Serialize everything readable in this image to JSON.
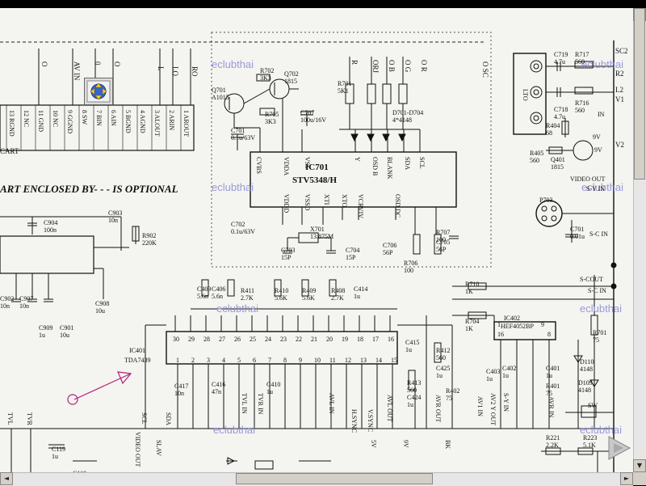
{
  "viewer": {
    "watermark": "eclubthai",
    "top_labels": [
      "O",
      "AV IN",
      "0",
      "O",
      "L",
      "LO",
      "RO",
      "R",
      "ORJ",
      "O B",
      "O G",
      "O R",
      "O SC",
      "SC2",
      "V2",
      "V1",
      "R2",
      "L2"
    ],
    "scart_pins": [
      "13 RGND",
      "12 NC",
      "11 GND",
      "10 NC",
      "9 GGND",
      "8 SW",
      "7 BIN",
      "6 AIN",
      "5 BGND",
      "4 AGND",
      "3 ALOUT",
      "2 ARIN",
      "1 AROUT"
    ],
    "scart_label": "CART",
    "optional_note": "ART ENCLOSED BY- - - IS OPTIONAL",
    "ic701": {
      "name": "IC701",
      "part": "STV5348/H"
    },
    "ic701_pins": [
      "CVBS",
      "VDDA",
      "VSS",
      "Y",
      "OSD B",
      "BLANK",
      "SDA",
      "SCL",
      "VDDD",
      "VSSD",
      "XTI",
      "XTO",
      "VCRVIV",
      "OSD DC"
    ],
    "ic401": {
      "name": "IC401",
      "part": "TDA7439"
    },
    "ic402": {
      "name": "IC402",
      "part": "HEF4052BP"
    },
    "ic401_top_pins": [
      "30",
      "29",
      "28",
      "27",
      "26",
      "25",
      "24",
      "23",
      "22",
      "21",
      "20",
      "19",
      "18",
      "17",
      "16"
    ],
    "ic401_bottom_pins": [
      "1",
      "2",
      "3",
      "4",
      "5",
      "6",
      "7",
      "8",
      "9",
      "10",
      "11",
      "12",
      "13",
      "14",
      "15"
    ],
    "ic402_pins": [
      "16",
      "9",
      "8",
      "1"
    ],
    "components": [
      {
        "ref": "Q702",
        "val": "1815"
      },
      {
        "ref": "Q701",
        "val": "A1015"
      },
      {
        "ref": "R701",
        "val": "5K1"
      },
      {
        "ref": "R702",
        "val": "3K3"
      },
      {
        "ref": "R705",
        "val": "3K3"
      },
      {
        "ref": "C701",
        "val": "0.1u/63V"
      },
      {
        "ref": "C707",
        "val": "100u/16V"
      },
      {
        "ref": "D701-D704",
        "val": "4*4148"
      },
      {
        "ref": "X701",
        "val": "13.875M"
      },
      {
        "ref": "C702",
        "val": "0.1u/63V"
      },
      {
        "ref": "C703",
        "val": "15P"
      },
      {
        "ref": "C704",
        "val": "15P"
      },
      {
        "ref": "C706",
        "val": "56P"
      },
      {
        "ref": "C705",
        "val": "56P"
      },
      {
        "ref": "R707",
        "val": "100"
      },
      {
        "ref": "R706",
        "val": "100"
      },
      {
        "ref": "C903",
        "val": "10n"
      },
      {
        "ref": "C904",
        "val": "100n"
      },
      {
        "ref": "R902",
        "val": "220K"
      },
      {
        "ref": "C902",
        "val": "10n"
      },
      {
        "ref": "C907",
        "val": "10n"
      },
      {
        "ref": "C909",
        "val": "1u"
      },
      {
        "ref": "C901",
        "val": "10u"
      },
      {
        "ref": "C908",
        "val": "10u"
      },
      {
        "ref": "C409",
        "val": "5.6n"
      },
      {
        "ref": "C406",
        "val": "5.6n"
      },
      {
        "ref": "R411",
        "val": "2.7K"
      },
      {
        "ref": "R410",
        "val": "5.6K"
      },
      {
        "ref": "R409",
        "val": "5.6K"
      },
      {
        "ref": "R408",
        "val": "2.7K"
      },
      {
        "ref": "C414",
        "val": "1u"
      },
      {
        "ref": "C415",
        "val": "1u"
      },
      {
        "ref": "R412",
        "val": "560"
      },
      {
        "ref": "C425",
        "val": "1u"
      },
      {
        "ref": "R413",
        "val": "560"
      },
      {
        "ref": "C424",
        "val": "1u"
      },
      {
        "ref": "R402",
        "val": "75"
      },
      {
        "ref": "C417",
        "val": "10n"
      },
      {
        "ref": "C416",
        "val": "47n"
      },
      {
        "ref": "C410",
        "val": "1u"
      },
      {
        "ref": "R704",
        "val": "1K"
      },
      {
        "ref": "R710",
        "val": "1K"
      },
      {
        "ref": "R701",
        "val": "75"
      },
      {
        "ref": "C403",
        "val": "1u"
      },
      {
        "ref": "C402",
        "val": "1u"
      },
      {
        "ref": "C401",
        "val": "1u"
      },
      {
        "ref": "R401",
        "val": "75"
      },
      {
        "ref": "D110",
        "val": "4148"
      },
      {
        "ref": "D109",
        "val": "4148"
      },
      {
        "ref": "C719",
        "val": "4.7u"
      },
      {
        "ref": "R717",
        "val": "560"
      },
      {
        "ref": "C718",
        "val": "4.7u"
      },
      {
        "ref": "R716",
        "val": "560"
      },
      {
        "ref": "R404",
        "val": "68"
      },
      {
        "ref": "R405",
        "val": "560"
      },
      {
        "ref": "Q401",
        "val": "1815"
      },
      {
        "ref": "P703",
        "val": ""
      },
      {
        "ref": "C701",
        "val": "0.01u"
      },
      {
        "ref": "R221",
        "val": "2.2K"
      },
      {
        "ref": "R223",
        "val": "5.1K"
      },
      {
        "ref": "C119",
        "val": "1u"
      },
      {
        "ref": "C110",
        "val": ""
      },
      {
        "ref": "C118",
        "val": ""
      }
    ],
    "net_labels": [
      "IN",
      "9V",
      "9V",
      "VIDEO OUT",
      "S-Y IN",
      "S-C IN",
      "S-COUT",
      "S-C IN",
      "LTO",
      "SCL",
      "SDA",
      "H.SYNC",
      "V.SYNC",
      "AVL OUT",
      "AVR OUT",
      "AV1 IN",
      "AV2 Y OUT",
      "S-Y IN",
      "AVR IN",
      "SW",
      "TVL",
      "TVR",
      "VIDEO OUT",
      "SLAV",
      "TVL IN",
      "TVR IN",
      "AVL IN",
      "5V",
      "9V",
      "BK"
    ],
    "icons": {
      "pan_tool": "pan-tool-icon",
      "next_page": "next-page-arrow-icon",
      "cursor": "pointer-arrow-icon"
    }
  },
  "scrollbars": {
    "up": "▲",
    "down": "▼",
    "left": "◄",
    "right": "►"
  }
}
